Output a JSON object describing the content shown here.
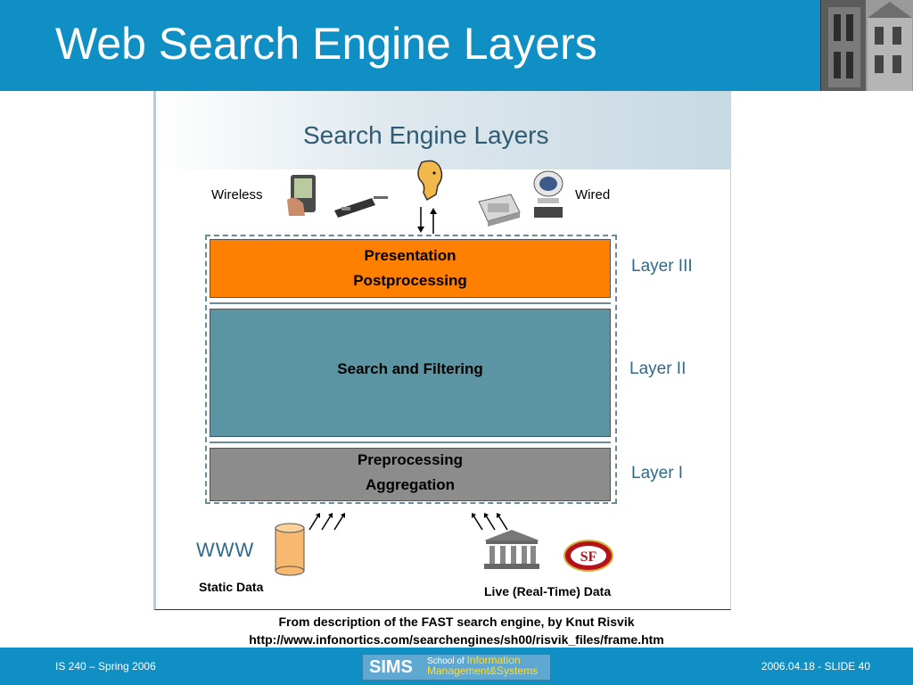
{
  "slide": {
    "title": "Web Search Engine Layers"
  },
  "figure": {
    "title": "Search Engine Layers",
    "wireless_label": "Wireless",
    "wired_label": "Wired",
    "layers": [
      {
        "line1": "Presentation",
        "line2": "Postprocessing",
        "name": "Layer III",
        "color": "#ff8000"
      },
      {
        "line1": "Search and Filtering",
        "line2": "",
        "name": "Layer II",
        "color": "#5b95a3"
      },
      {
        "line1": "Preprocessing",
        "line2": "Aggregation",
        "name": "Layer I",
        "color": "#8c8c8c"
      }
    ],
    "www_label": "WWW",
    "static_label": "Static Data",
    "live_label": "Live (Real-Time) Data"
  },
  "caption": {
    "line1": "From description of the FAST search engine, by Knut Risvik",
    "line2": "http://www.infonortics.com/searchengines/sh00/risvik_files/frame.htm"
  },
  "footer": {
    "left": "IS 240 – Spring 2006",
    "right": "2006.04.18 - SLIDE 40",
    "logo_big": "SIMS",
    "logo_school": "School of",
    "logo_info": "Information",
    "logo_mgmt": "Management",
    "logo_amp": "&Systems"
  },
  "colors": {
    "header": "#0f8fc4",
    "figure_title": "#2f5b73",
    "layer_label": "#2f6a8a"
  }
}
